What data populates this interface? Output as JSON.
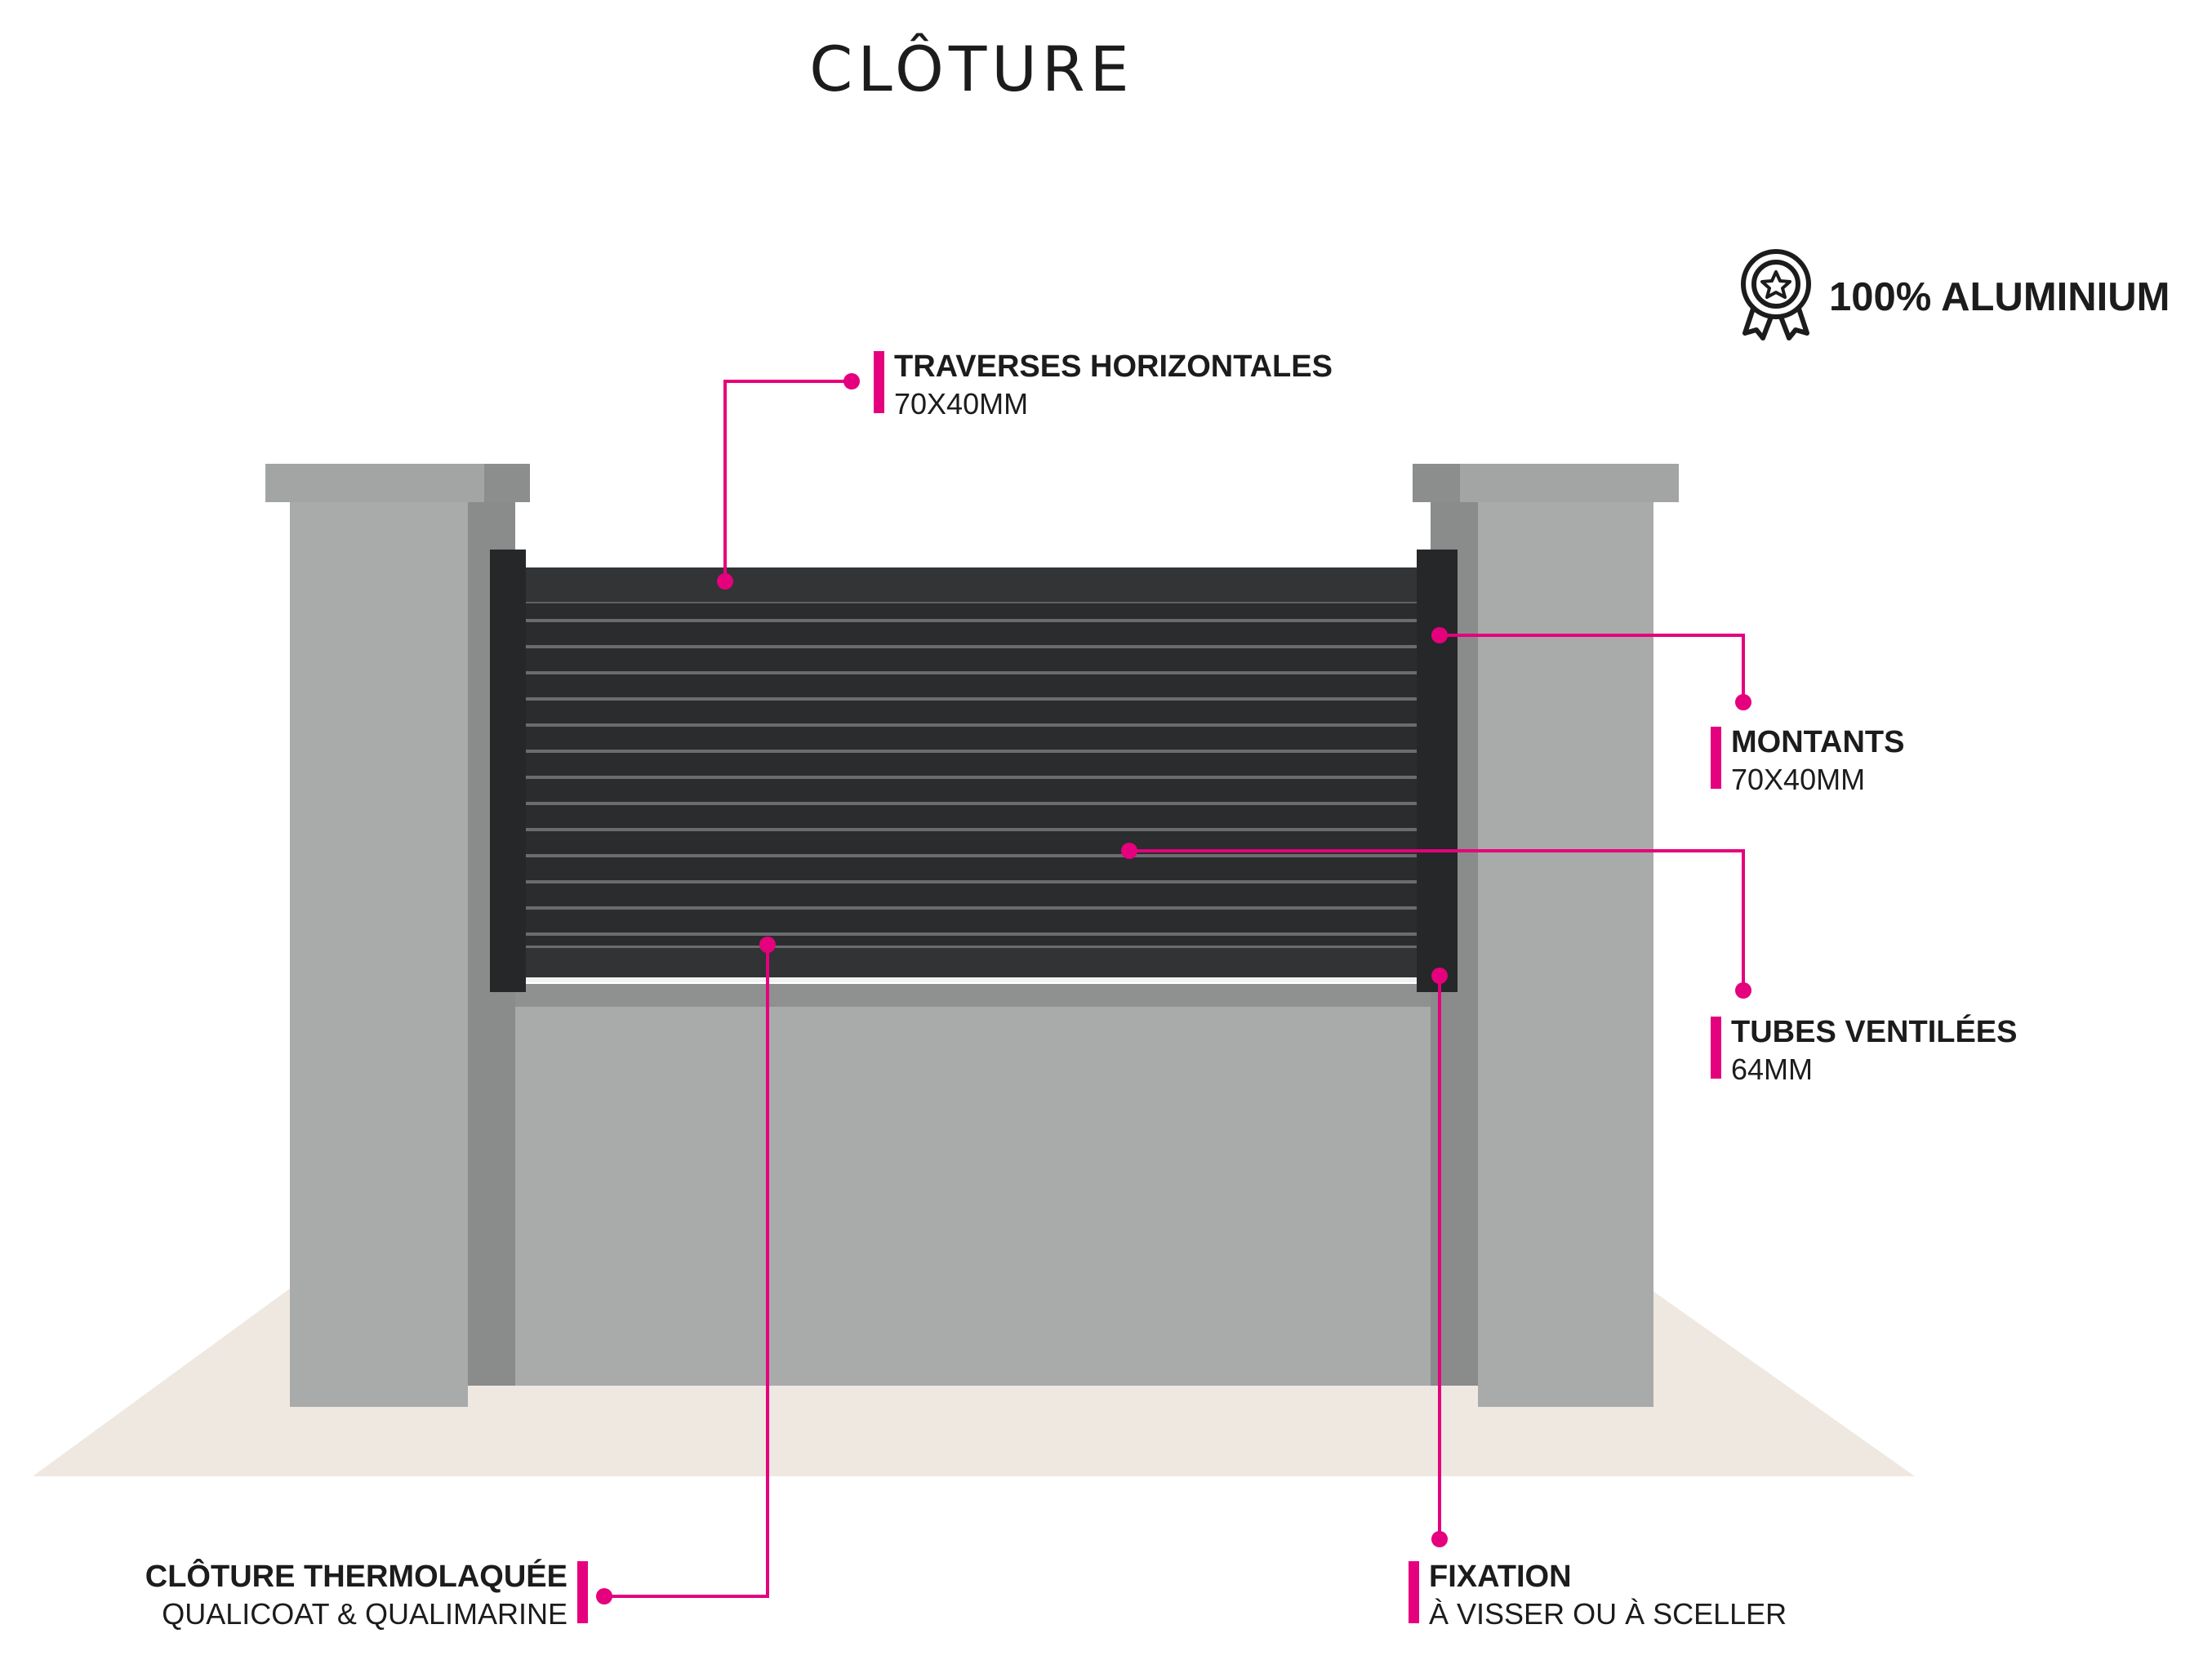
{
  "title": "CLÔTURE",
  "badge": {
    "icon": "award-ribbon-icon",
    "text": "100% ALUMINIUM"
  },
  "callouts": {
    "traverses": {
      "label": "TRAVERSES HORIZONTALES",
      "value": "70X40MM"
    },
    "montants": {
      "label": "MONTANTS",
      "value": "70X40MM"
    },
    "tubes": {
      "label": "TUBES VENTILÉES",
      "value": "64MM"
    },
    "thermo": {
      "label": "CLÔTURE THERMOLAQUÉE",
      "value": "QUALICOAT & QUALIMARINE"
    },
    "fixation": {
      "label": "FIXATION",
      "value": "À VISSER OU À SCELLER"
    }
  },
  "colors": {
    "accent": "#e5007d",
    "panel": "#2e3032",
    "pillar": "#a9aaaa",
    "pillar_shadow": "#8a8b8b",
    "cap": "#9d9e9e",
    "ground": "#efe8e1"
  }
}
